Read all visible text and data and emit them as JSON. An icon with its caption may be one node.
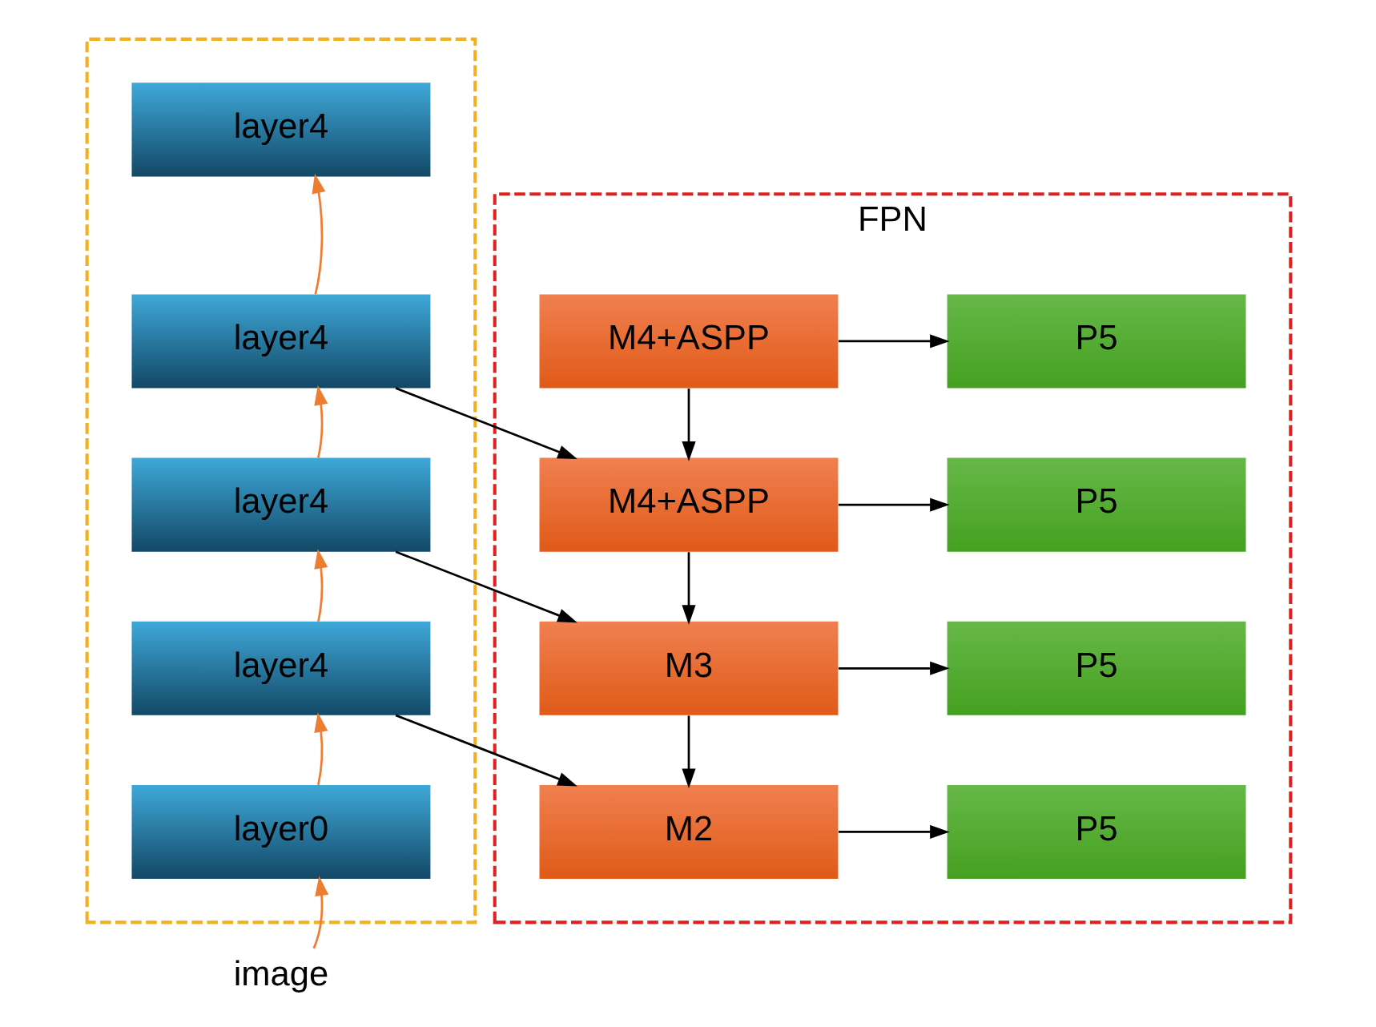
{
  "diagram": {
    "nodes": [
      {
        "text": [],
        "shape": "box"
      },
      {
        "text": [
          "layer4"
        ],
        "in": 0
      },
      {
        "text": [
          "layer4"
        ],
        "in": 0
      },
      {
        "text": [
          "layer4"
        ],
        "in": 0
      },
      {
        "text": [
          "layer4"
        ],
        "in": 0
      },
      {
        "text": [
          "layer0"
        ],
        "in": 0
      },
      {
        "text": [
          "image"
        ]
      },
      {
        "text": [
          "FPN"
        ]
      },
      {
        "text": [
          "M4+ASPP"
        ],
        "in": 7
      },
      {
        "text": [
          "P5"
        ],
        "in": 7
      },
      {
        "text": [
          "M4+ASPP"
        ],
        "in": 7
      },
      {
        "text": [
          "P5"
        ],
        "in": 7
      },
      {
        "text": [
          "M3"
        ],
        "in": 7
      },
      {
        "text": [
          "P5"
        ],
        "in": 7
      },
      {
        "text": [
          "M2"
        ],
        "in": 7
      },
      {
        "text": [
          "P5"
        ],
        "in": 7
      }
    ],
    "edges": [
      {
        "from": 6,
        "to": 5,
        "arrow": "to",
        "color": "#ed7d31"
      },
      {
        "from": 5,
        "to": 4,
        "arrow": "to",
        "color": "#ed7d31"
      },
      {
        "from": 4,
        "to": 3,
        "arrow": "to",
        "color": "#ed7d31"
      },
      {
        "from": 3,
        "to": 2,
        "arrow": "to",
        "color": "#ed7d31"
      },
      {
        "from": 2,
        "to": 1,
        "arrow": "to",
        "color": "#ed7d31"
      },
      {
        "from": 8,
        "to": 9,
        "arrow": "to"
      },
      {
        "from": 8,
        "to": 10,
        "arrow": "to"
      },
      {
        "from": 2,
        "to": 10,
        "arrow": "to"
      },
      {
        "from": 10,
        "to": 11,
        "arrow": "to"
      },
      {
        "from": 10,
        "to": 12,
        "arrow": "to"
      },
      {
        "from": 3,
        "to": 12,
        "arrow": "to"
      },
      {
        "from": 12,
        "to": 13,
        "arrow": "to"
      },
      {
        "from": 12,
        "to": 14,
        "arrow": "to"
      },
      {
        "from": 4,
        "to": 14,
        "arrow": "to"
      },
      {
        "from": 14,
        "to": 15,
        "arrow": "to"
      }
    ]
  }
}
